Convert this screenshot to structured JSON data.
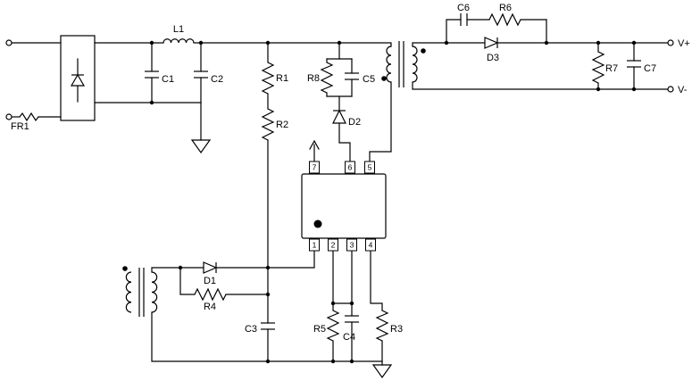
{
  "schematic": {
    "colors": {
      "line": "#000000",
      "background": "#ffffff"
    },
    "labels": {
      "fr1": "FR1",
      "l1": "L1",
      "c1": "C1",
      "c2": "C2",
      "r1": "R1",
      "r2": "R2",
      "r8": "R8",
      "c5": "C5",
      "d2": "D2",
      "c6": "C6",
      "r6": "R6",
      "d3": "D3",
      "r7": "R7",
      "c7": "C7",
      "vplus": "V+",
      "vminus": "V-",
      "d1": "D1",
      "r4": "R4",
      "c3": "C3",
      "r5": "R5",
      "c4": "C4",
      "r3": "R3"
    },
    "ic": {
      "pins_top": [
        "7",
        "6",
        "5"
      ],
      "pins_bottom": [
        "1",
        "2",
        "3",
        "4"
      ]
    }
  }
}
